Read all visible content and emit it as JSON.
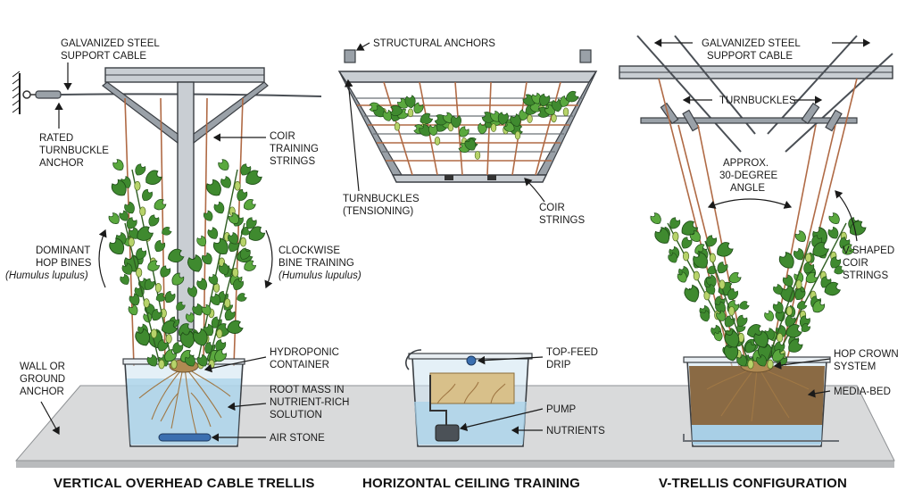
{
  "panels": [
    {
      "caption": "VERTICAL OVERHEAD CABLE TRELLIS",
      "labels": {
        "cable": [
          "GALVANIZED STEEL",
          "SUPPORT CABLE"
        ],
        "turnbuckle": [
          "RATED",
          "TURNBUCKLE",
          "ANCHOR"
        ],
        "strings": [
          "COIR",
          "TRAINING",
          "STRINGS"
        ],
        "dominant": [
          "DOMINANT",
          "HOP BINES"
        ],
        "dominant_latin": "(Humulus lupulus)",
        "clockwise": [
          "CLOCKWISE",
          "BINE TRAINING"
        ],
        "clockwise_latin": "(Humulus lupulus)",
        "wall": [
          "WALL OR",
          "GROUND",
          "ANCHOR"
        ],
        "container": [
          "HYDROPONIC",
          "CONTAINER"
        ],
        "rootmass": [
          "ROOT MASS IN",
          "NUTRIENT-RICH",
          "SOLUTION"
        ],
        "airstone": "AIR STONE"
      }
    },
    {
      "caption": "HORIZONTAL CEILING TRAINING",
      "labels": {
        "anchors": "STRUCTURAL ANCHORS",
        "turnbuckles": [
          "TURNBUCKLES",
          "(TENSIONING)"
        ],
        "coir": [
          "COIR",
          "STRINGS"
        ],
        "drip": [
          "TOP-FEED",
          "DRIP"
        ],
        "pump": "PUMP",
        "nutrients": "NUTRIENTS"
      }
    },
    {
      "caption": "V-TRELLIS CONFIGURATION",
      "labels": {
        "cable": [
          "GALVANIZED STEEL",
          "SUPPORT CABLE"
        ],
        "turnbuckles": "TURNBUCKLES",
        "angle": [
          "APPROX.",
          "30-DEGREE",
          "ANGLE"
        ],
        "vstrings": [
          "V-SHAPED",
          "COIR",
          "STRINGS"
        ],
        "crown": [
          "HOP CROWN",
          "SYSTEM"
        ],
        "media": "MEDIA-BED"
      }
    }
  ],
  "colors": {
    "plant": "#3f8a2f",
    "cone": "#b7d36a",
    "string": "#b06a45",
    "water": "#a9d3ea",
    "floor": "#d9dadb"
  }
}
